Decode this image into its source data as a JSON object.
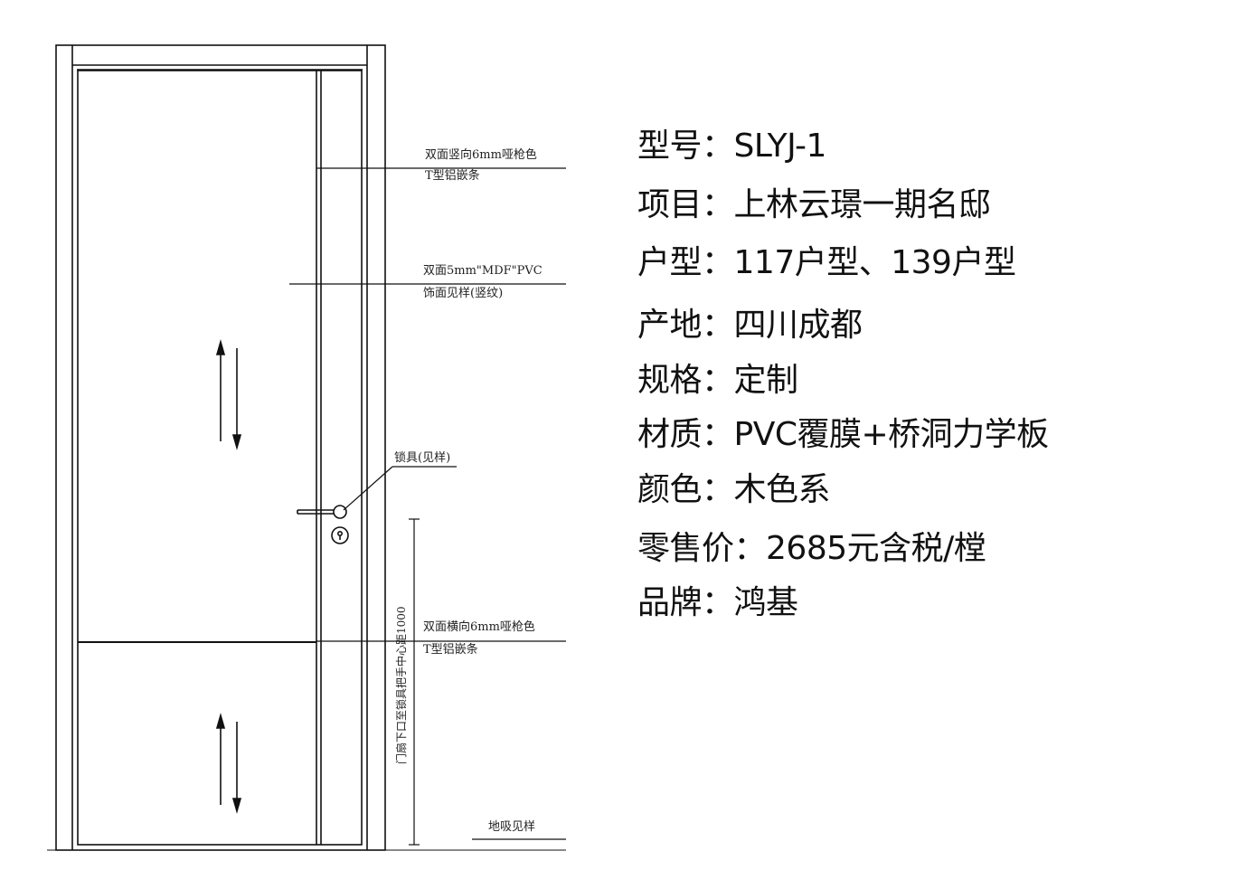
{
  "drawing": {
    "annotations": {
      "vertical_strip_line1": "双面竖向6mm哑枪色",
      "vertical_strip_line2": "T型铝嵌条",
      "panel_line1": "双面5mm\"MDF\"PVC",
      "panel_line2": "饰面见样(竖纹)",
      "lock": "锁具(见样)",
      "horizontal_strip_line1": "双面横向6mm哑枪色",
      "horizontal_strip_line2": "T型铝嵌条",
      "floor_stop": "地吸见样",
      "handle_height": "门扇下口至锁具把手中心距1000"
    }
  },
  "specs": [
    {
      "label": "型号：",
      "value": "SLYJ-1"
    },
    {
      "label": "项目：",
      "value": "上林云璟一期名邸"
    },
    {
      "label": "户型：",
      "value": "117户型、139户型"
    },
    {
      "label": "产地：",
      "value": "四川成都"
    },
    {
      "label": "规格：",
      "value": "定制"
    },
    {
      "label": "材质：",
      "value": "PVC覆膜+桥洞力学板"
    },
    {
      "label": "颜色：",
      "value": "木色系"
    },
    {
      "label": "零售价：",
      "value": "2685元含税/樘"
    },
    {
      "label": "品牌：",
      "value": "鸿基"
    }
  ]
}
